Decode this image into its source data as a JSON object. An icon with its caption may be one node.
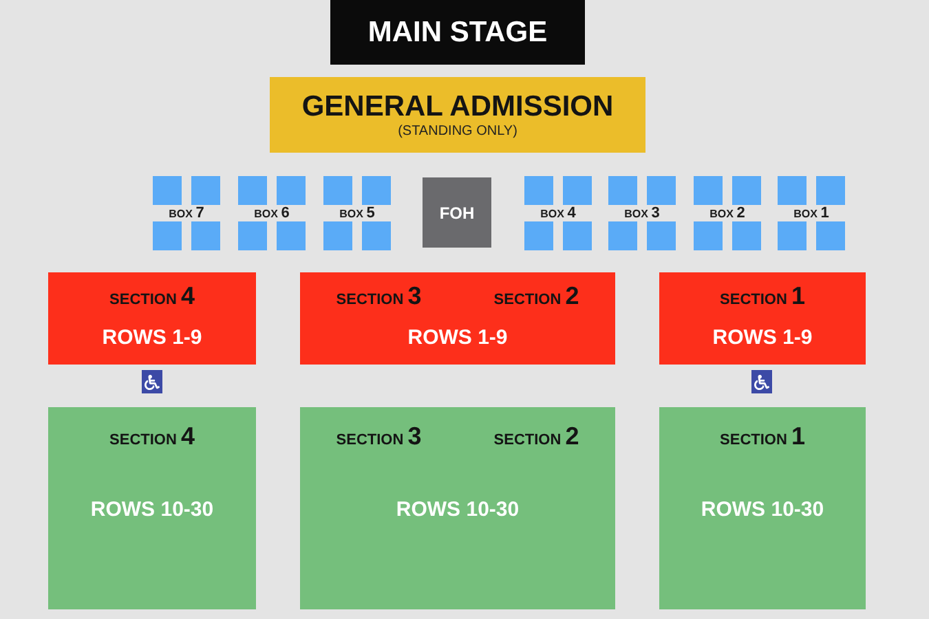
{
  "diagram": {
    "nodes": [
      {
        "text": [
          "MAIN STAGE"
        ]
      },
      {
        "text": [
          "GENERAL ADMISSION",
          "(STANDING ONLY)"
        ]
      },
      {
        "text": [
          "BOX **7**"
        ]
      },
      {
        "text": [
          "BOX **6**"
        ]
      },
      {
        "text": [
          "BOX **5**"
        ]
      },
      {
        "text": [
          "FOH"
        ]
      },
      {
        "text": [
          "BOX **4**"
        ]
      },
      {
        "text": [
          "BOX **3**"
        ]
      },
      {
        "text": [
          "BOX **2**"
        ]
      },
      {
        "text": [
          "BOX **1**"
        ]
      },
      {
        "text": [
          "SECTION **4**",
          "ROWS 1-9"
        ]
      },
      {
        "text": [
          "SECTION **3**",
          "SECTION **2**",
          "ROWS 1-9"
        ]
      },
      {
        "text": [
          "SECTION **1**",
          "ROWS 1-9"
        ]
      },
      {
        "text": [
          "SECTION **4**",
          "ROWS 10-30"
        ]
      },
      {
        "text": [
          "SECTION **3**",
          "SECTION **2**",
          "ROWS 10-30"
        ]
      },
      {
        "text": [
          "SECTION **1**",
          "ROWS 10-30"
        ]
      }
    ]
  }
}
